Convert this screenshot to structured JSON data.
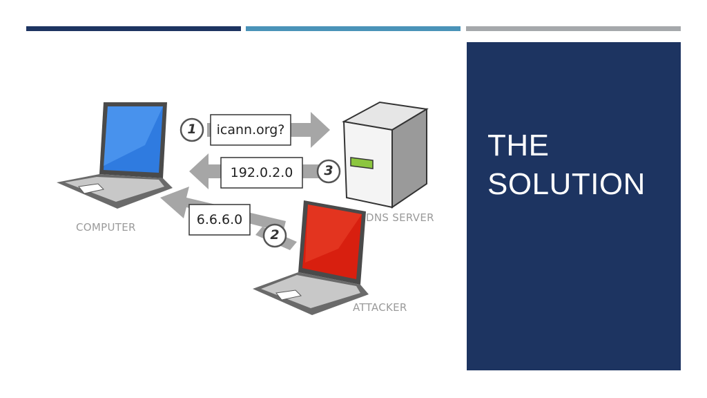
{
  "slide": {
    "title_lines": [
      "THE",
      "SOLUTION"
    ],
    "colors": {
      "panel": "#1d3461",
      "bar_dark": "#1d3461",
      "bar_teal": "#4a93b8",
      "bar_gray": "#a5a8ab"
    }
  },
  "diagram": {
    "nodes": {
      "computer": "COMPUTER",
      "dns_server": "DNS SERVER",
      "attacker": "ATTACKER"
    },
    "messages": [
      {
        "step": "1",
        "text": "icann.org?"
      },
      {
        "step": "3",
        "text": "192.0.2.0"
      },
      {
        "step": "2",
        "text": "6.6.6.0"
      }
    ],
    "icons": [
      "computer-laptop-icon",
      "dns-server-tower-icon",
      "attacker-laptop-icon"
    ],
    "colors": {
      "computer_screen": "#2f7be0",
      "attacker_screen": "#d81f0f",
      "arrow": "#a6a6a6",
      "server_led": "#8cc63f"
    }
  }
}
